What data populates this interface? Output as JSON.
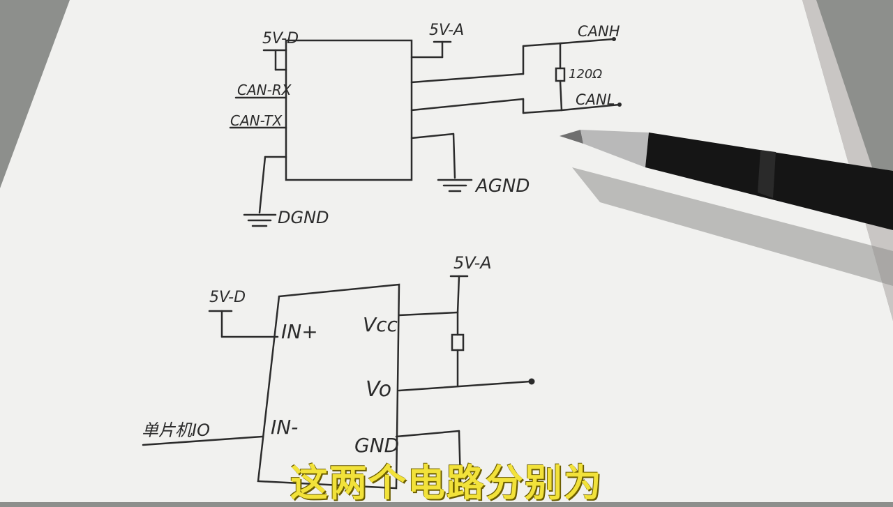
{
  "photo": {
    "colors": {
      "table": "#8d8f8c",
      "paper": "#f1f1ef",
      "ink": "#2b2b2b",
      "pen_body": "#151515",
      "subtitle": "#f2e23a"
    },
    "top_circuit": {
      "labels": {
        "supply_d": "5V-D",
        "supply_a": "5V-A",
        "can_rx": "CAN-RX",
        "can_tx": "CAN-TX",
        "can_h": "CANH",
        "can_l": "CANL",
        "termination": "120Ω",
        "dgnd": "DGND",
        "agnd": "AGND"
      }
    },
    "bottom_circuit": {
      "labels": {
        "supply_d": "5V-D",
        "supply_a": "5V-A",
        "in_plus": "IN+",
        "in_minus": "IN-",
        "vcc": "Vcc",
        "vo": "Vo",
        "gnd": "GND",
        "mcu_io": "单片机IO"
      }
    }
  },
  "subtitle": "这两个电路分别为"
}
